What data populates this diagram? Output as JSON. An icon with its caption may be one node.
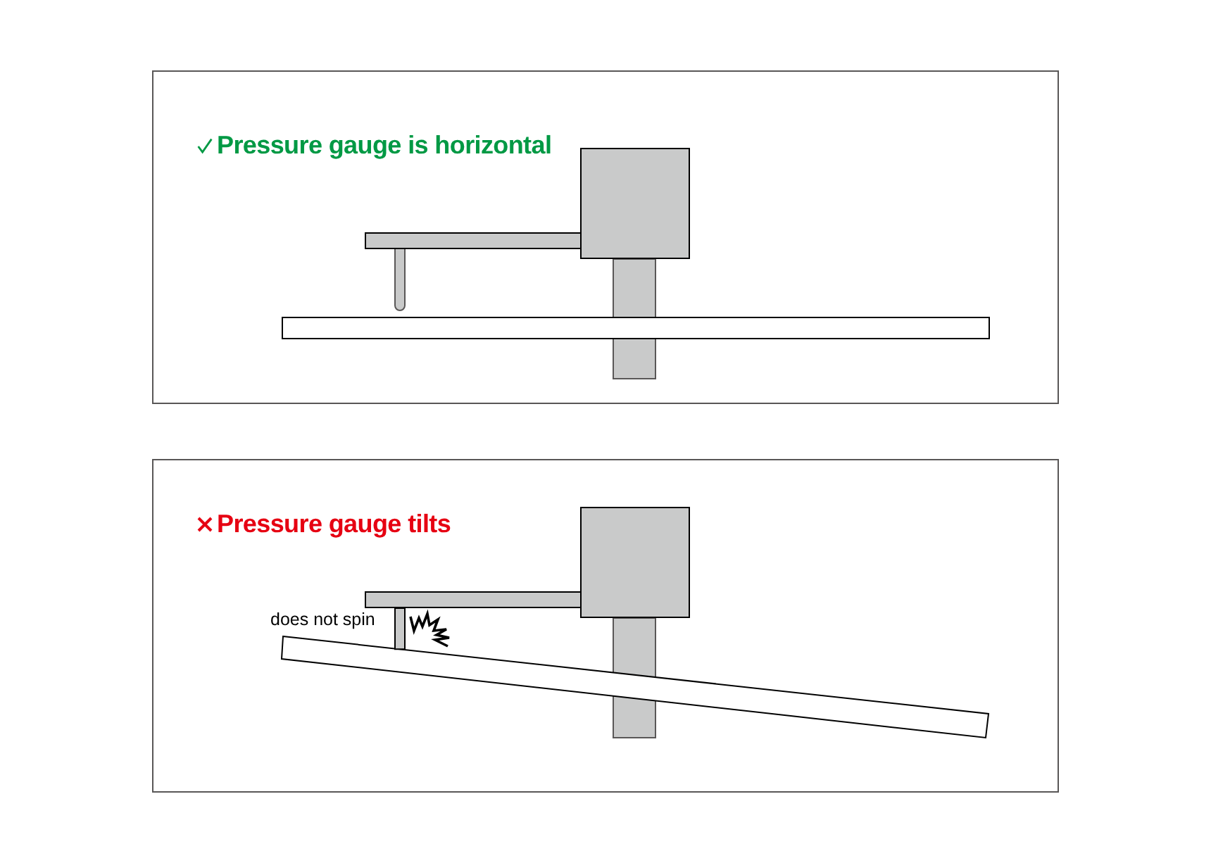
{
  "diagram": {
    "nodes": [
      {
        "text": [
          "Pressure gauge is horizontal"
        ]
      },
      {
        "text": [
          "Pressure gauge tilts"
        ]
      }
    ],
    "labels": [
      "does not spin"
    ]
  }
}
